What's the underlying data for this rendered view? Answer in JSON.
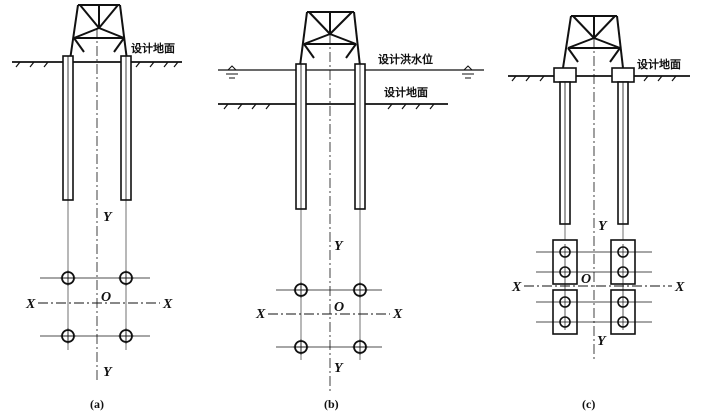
{
  "panel_a": {
    "caption": "(a)",
    "ground_label": "设计地面",
    "axis_y_top": "Y",
    "axis_y_bottom": "Y",
    "axis_x_left": "X",
    "axis_x_right": "X",
    "origin": "O"
  },
  "panel_b": {
    "caption": "(b)",
    "flood_label": "设计洪水位",
    "ground_label": "设计地面",
    "axis_y_top": "Y",
    "axis_y_bottom": "Y",
    "axis_x_left": "X",
    "axis_x_right": "X",
    "origin": "O"
  },
  "panel_c": {
    "caption": "(c)",
    "ground_label": "设计地面",
    "axis_y_top": "Y",
    "axis_y_bottom": "Y",
    "axis_x_left": "X",
    "axis_x_right": "X",
    "origin": "O"
  }
}
